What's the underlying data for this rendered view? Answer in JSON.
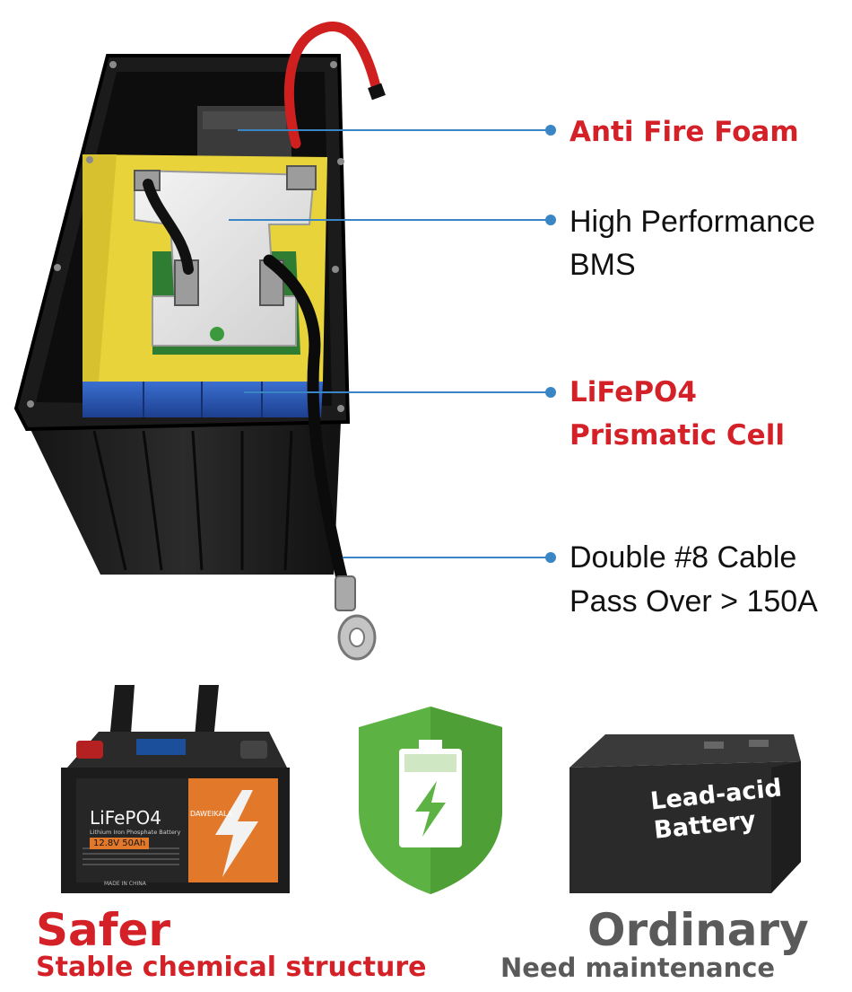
{
  "callouts": [
    {
      "lines": [
        "Anti Fire Foam"
      ],
      "emphasis": "red"
    },
    {
      "lines": [
        "High Performance",
        "BMS"
      ],
      "emphasis": "black"
    },
    {
      "lines": [
        "LiFePO4",
        "Prismatic Cell"
      ],
      "emphasis": "red"
    },
    {
      "lines": [
        "Double #8 Cable",
        "Pass Over  > 150A"
      ],
      "emphasis": "black"
    }
  ],
  "lifepo4_battery": {
    "brand": "LiFePO4",
    "maker": "DAWEIKALA",
    "subtitle": "Lithium Iron Phosphate Battery",
    "rating": "12.8V 50Ah",
    "origin": "MADE IN CHINA"
  },
  "lead_acid_battery": {
    "line1": "Lead-acid",
    "line2": "Battery"
  },
  "comparison": {
    "left_title": "Safer",
    "left_subtitle": "Stable chemical structure",
    "right_title": "Ordinary",
    "right_subtitle": "Need maintenance"
  },
  "colors": {
    "accent_red": "#d42128",
    "callout_blue": "#3a86c4",
    "shield_green": "#5cb343",
    "ordinary_gray": "#5a5a5a"
  }
}
